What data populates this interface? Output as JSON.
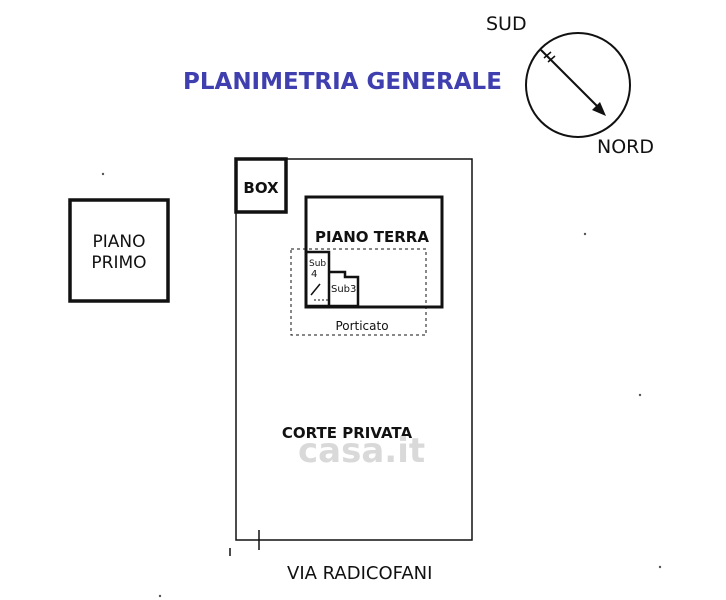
{
  "title": "PLANIMETRIA GENERALE",
  "compass": {
    "south_label": "SUD",
    "north_label": "NORD"
  },
  "rooms": {
    "box": "BOX",
    "piano_terra": "PIANO TERRA",
    "piano_primo_line1": "PIANO",
    "piano_primo_line2": "PRIMO",
    "sub4_line1": "Sub",
    "sub4_line2": "4",
    "sub3": "Sub3",
    "porticato": "Porticato",
    "corte_privata": "CORTE PRIVATA"
  },
  "street": "VIA  RADICOFANI",
  "watermark": "casa.it",
  "colors": {
    "title": "#3f3fb0",
    "lines": "#111111",
    "watermark": "#d9d9d9"
  }
}
